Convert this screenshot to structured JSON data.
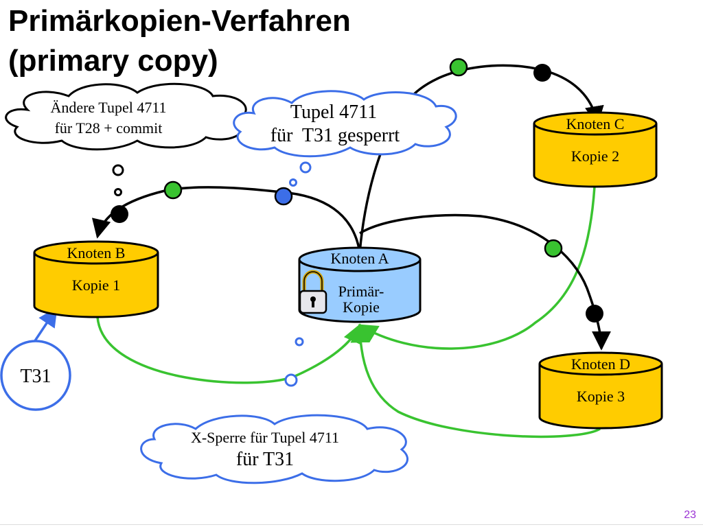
{
  "title": {
    "line1": "Primärkopien-Verfahren",
    "line2": "(primary copy)"
  },
  "nodes": {
    "a": {
      "header": "Knoten A",
      "line1": "Primär-",
      "line2": "Kopie"
    },
    "b": {
      "header": "Knoten B",
      "body": "Kopie 1"
    },
    "c": {
      "header": "Knoten C",
      "body": "Kopie 2"
    },
    "d": {
      "header": "Knoten D",
      "body": "Kopie 3"
    }
  },
  "clouds": {
    "t28": {
      "line1": "Ändere Tupel 4711",
      "line2": "für T28 + commit"
    },
    "locked": {
      "line1": "Tupel 4711",
      "line2": "für  T31 gesperrt"
    },
    "xlock": {
      "line1": "X-Sperre für Tupel 4711",
      "line2": "für T31"
    }
  },
  "transaction": {
    "label": "T31"
  },
  "page_number": "23",
  "colors": {
    "replica_fill": "#ffcc00",
    "primary_fill": "#99ccff",
    "green": "#39c330",
    "blue": "#3c6ee8",
    "black": "#000000",
    "page_number": "#9b33d4"
  }
}
